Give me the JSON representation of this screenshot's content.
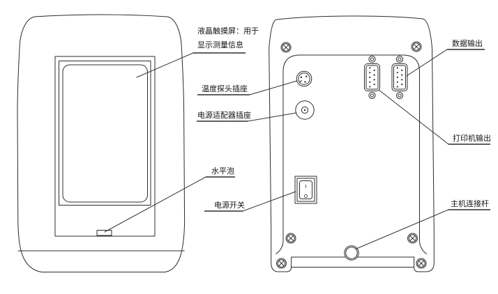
{
  "figure": {
    "background_color": "#ffffff",
    "line_color": "#2b2b2b",
    "description": "instrument front view and back view line drawing with callouts"
  },
  "front_view": {
    "callouts": {
      "lcd_line1": "液晶触摸屏：用于",
      "lcd_line2": "显示测量信息",
      "level_bubble": "水平泡"
    }
  },
  "back_view": {
    "callouts": {
      "temp_probe_socket": "温度探头插座",
      "power_adapter_socket": "电源适配器插座",
      "power_switch": "电源开关",
      "data_output": "数据输出",
      "printer_output": "打印机输出",
      "host_connecting_rod": "主机连接杆"
    },
    "power_switch_markings": {
      "on": "I",
      "off": "O"
    }
  }
}
